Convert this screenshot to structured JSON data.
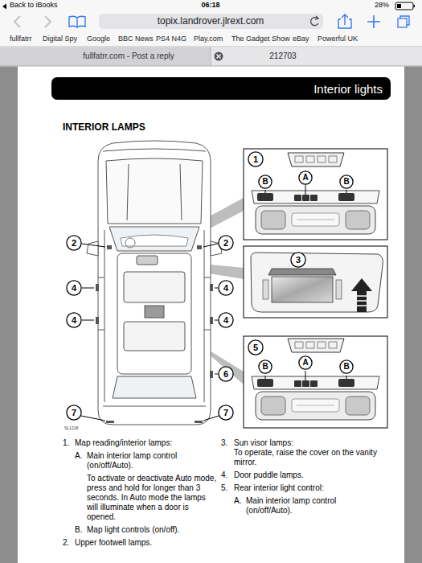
{
  "diagram": {
    "title": "INTERIOR LAMPS",
    "nodes": [
      {
        "text": [
          "Interior lights"
        ]
      },
      {
        "text": [
          "1"
        ]
      },
      {
        "text": [
          "B"
        ]
      },
      {
        "text": [
          "A"
        ]
      },
      {
        "text": [
          "B"
        ]
      },
      {
        "text": [
          "2"
        ]
      },
      {
        "text": [
          "2"
        ]
      },
      {
        "text": [
          "3"
        ]
      },
      {
        "text": [
          "4"
        ]
      },
      {
        "text": [
          "4"
        ]
      },
      {
        "text": [
          "4"
        ]
      },
      {
        "text": [
          "4"
        ]
      },
      {
        "text": [
          "5"
        ]
      },
      {
        "text": [
          "B"
        ]
      },
      {
        "text": [
          "A"
        ]
      },
      {
        "text": [
          "B"
        ]
      },
      {
        "text": [
          "6"
        ]
      },
      {
        "text": [
          "7"
        ]
      },
      {
        "text": [
          "7"
        ]
      }
    ],
    "labels": [
      "Back to iBooks",
      "06:18",
      "28%",
      "topix.landrover.jlrext.com",
      "fullfatrr",
      "Digital Spy",
      "Google",
      "BBC News",
      "PS4 N4G",
      "Play.com",
      "The Gadget Show",
      "eBay",
      "Powerful UK",
      "fullfatrr.com - Post a reply",
      "212703",
      "SL1218",
      "1.",
      "Map reading/interior lamps:",
      "A.",
      "Main interior lamp control (on/off/Auto).",
      "To activate or deactivate Auto mode, press and hold for longer than 3 seconds. In Auto mode the lamps will illuminate when a door is opened.",
      "B.",
      "Map light controls (on/off).",
      "2.",
      "Upper footwell lamps.",
      "3.",
      "Sun visor lamps:",
      "To operate, raise the cover on the vanity mirror.",
      "4.",
      "Door puddle lamps.",
      "5.",
      "Rear interior light control:",
      "A.",
      "Main interior lamp control (on/off/Auto)."
    ]
  }
}
